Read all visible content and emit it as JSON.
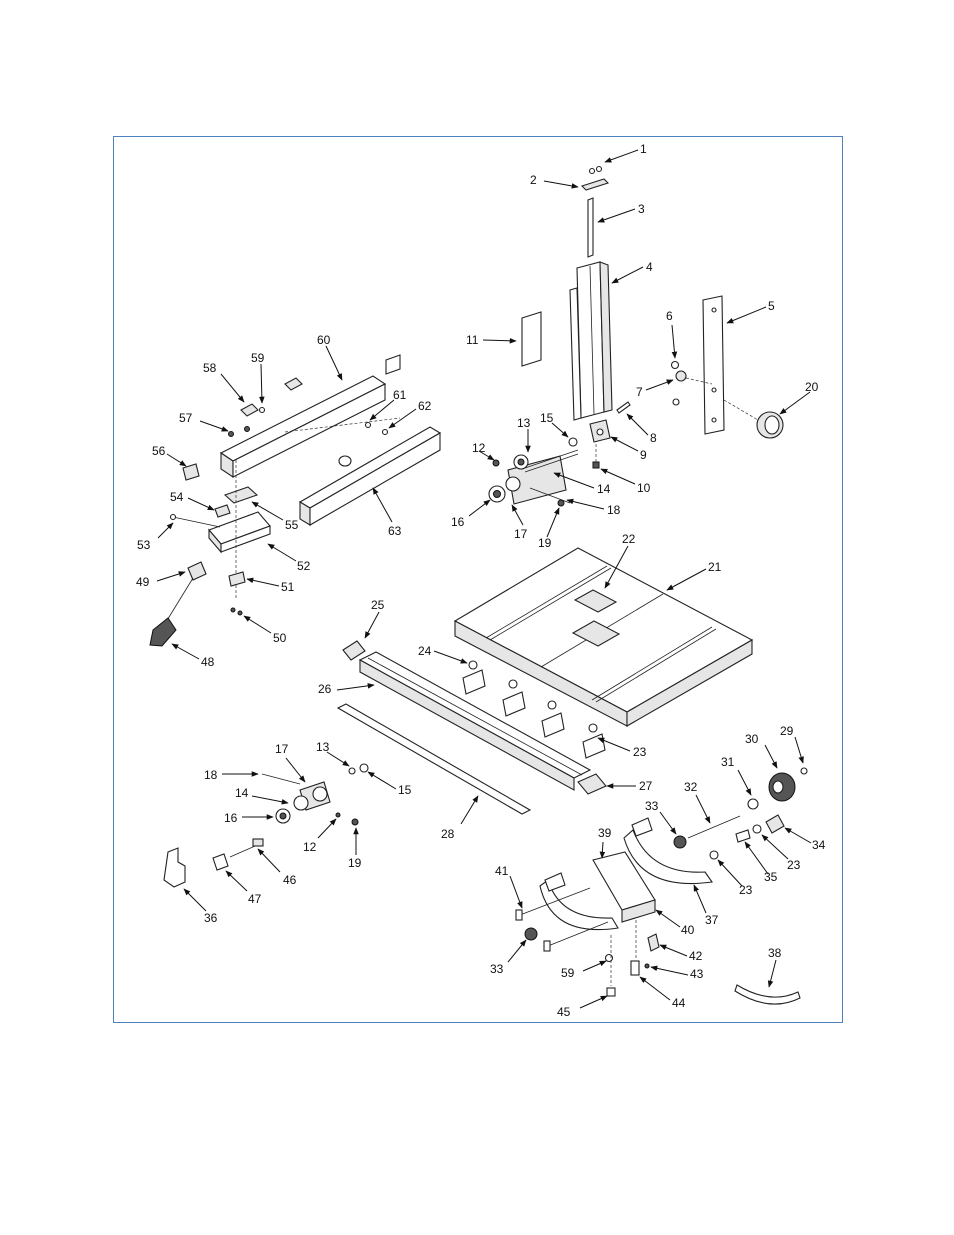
{
  "frame_color": "#4f81bd",
  "callouts": [
    {
      "id": "c1",
      "text": "1"
    },
    {
      "id": "c2",
      "text": "2"
    },
    {
      "id": "c3",
      "text": "3"
    },
    {
      "id": "c4",
      "text": "4"
    },
    {
      "id": "c5",
      "text": "5"
    },
    {
      "id": "c6",
      "text": "6"
    },
    {
      "id": "c7",
      "text": "7"
    },
    {
      "id": "c8",
      "text": "8"
    },
    {
      "id": "c9",
      "text": "9"
    },
    {
      "id": "c10",
      "text": "10"
    },
    {
      "id": "c11",
      "text": "11"
    },
    {
      "id": "c12a",
      "text": "12"
    },
    {
      "id": "c13a",
      "text": "13"
    },
    {
      "id": "c14a",
      "text": "14"
    },
    {
      "id": "c15a",
      "text": "15"
    },
    {
      "id": "c16a",
      "text": "16"
    },
    {
      "id": "c17a",
      "text": "17"
    },
    {
      "id": "c18a",
      "text": "18"
    },
    {
      "id": "c19a",
      "text": "19"
    },
    {
      "id": "c20",
      "text": "20"
    },
    {
      "id": "c21",
      "text": "21"
    },
    {
      "id": "c22",
      "text": "22"
    },
    {
      "id": "c23a",
      "text": "23"
    },
    {
      "id": "c24",
      "text": "24"
    },
    {
      "id": "c25",
      "text": "25"
    },
    {
      "id": "c26",
      "text": "26"
    },
    {
      "id": "c27",
      "text": "27"
    },
    {
      "id": "c28",
      "text": "28"
    },
    {
      "id": "c29",
      "text": "29"
    },
    {
      "id": "c30",
      "text": "30"
    },
    {
      "id": "c31",
      "text": "31"
    },
    {
      "id": "c32",
      "text": "32"
    },
    {
      "id": "c33a",
      "text": "33"
    },
    {
      "id": "c34",
      "text": "34"
    },
    {
      "id": "c23b",
      "text": "23"
    },
    {
      "id": "c35",
      "text": "35"
    },
    {
      "id": "c23c",
      "text": "23"
    },
    {
      "id": "c36",
      "text": "36"
    },
    {
      "id": "c37",
      "text": "37"
    },
    {
      "id": "c38",
      "text": "38"
    },
    {
      "id": "c39",
      "text": "39"
    },
    {
      "id": "c40",
      "text": "40"
    },
    {
      "id": "c41",
      "text": "41"
    },
    {
      "id": "c42",
      "text": "42"
    },
    {
      "id": "c43",
      "text": "43"
    },
    {
      "id": "c44",
      "text": "44"
    },
    {
      "id": "c45",
      "text": "45"
    },
    {
      "id": "c33b",
      "text": "33"
    },
    {
      "id": "c59b",
      "text": "59"
    },
    {
      "id": "c46",
      "text": "46"
    },
    {
      "id": "c47",
      "text": "47"
    },
    {
      "id": "c48",
      "text": "48"
    },
    {
      "id": "c49",
      "text": "49"
    },
    {
      "id": "c50",
      "text": "50"
    },
    {
      "id": "c51",
      "text": "51"
    },
    {
      "id": "c52",
      "text": "52"
    },
    {
      "id": "c53",
      "text": "53"
    },
    {
      "id": "c54",
      "text": "54"
    },
    {
      "id": "c55",
      "text": "55"
    },
    {
      "id": "c56",
      "text": "56"
    },
    {
      "id": "c57",
      "text": "57"
    },
    {
      "id": "c58",
      "text": "58"
    },
    {
      "id": "c59a",
      "text": "59"
    },
    {
      "id": "c60",
      "text": "60"
    },
    {
      "id": "c61",
      "text": "61"
    },
    {
      "id": "c62",
      "text": "62"
    },
    {
      "id": "c63",
      "text": "63"
    },
    {
      "id": "c17b",
      "text": "17"
    },
    {
      "id": "c13b",
      "text": "13"
    },
    {
      "id": "c18b",
      "text": "18"
    },
    {
      "id": "c14b",
      "text": "14"
    },
    {
      "id": "c15b",
      "text": "15"
    },
    {
      "id": "c16b",
      "text": "16"
    },
    {
      "id": "c12b",
      "text": "12"
    },
    {
      "id": "c19b",
      "text": "19"
    }
  ]
}
